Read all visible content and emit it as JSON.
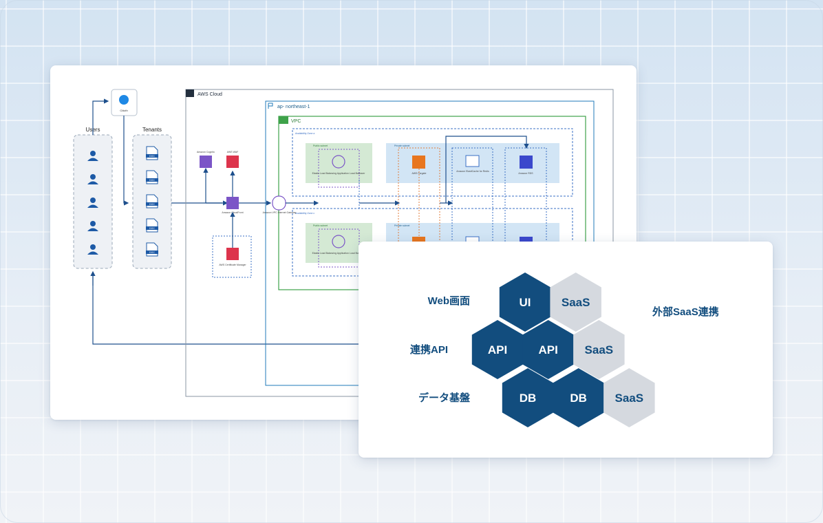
{
  "diagram": {
    "left": {
      "users_label": "Users",
      "tenants_label": "Tenants",
      "oauth_label": "OAuth",
      "doc_label": "DOC"
    },
    "aws": {
      "cloud_label": "AWS Cloud",
      "region_label": "ap- northeast-1",
      "vpc_label": "VPC",
      "az_a_label": "Availability Zone a",
      "az_c_label": "Availability Zone c",
      "public_subnet": "Public subnet",
      "private_subnet": "Private subnet",
      "alb_label": "Elastic Load Balancing Application Load Balancer",
      "ecs_label": "AWS Fargate",
      "cache_label": "Amazon ElastiCache for Redis",
      "rds_label": "Amazon RDS",
      "waf_label": "AWS WAF",
      "cloudfront_label": "Amazon CloudFront",
      "s3_label": "AWS Certificate Manager",
      "igw_label": "Amazon VPC Internet Gateway",
      "cognito_label": "Amazon Cognito"
    }
  },
  "stack": {
    "rows": [
      {
        "label": "Web画面",
        "own": [
          "UI"
        ],
        "external": [
          "SaaS"
        ]
      },
      {
        "label": "連携API",
        "own": [
          "API",
          "API"
        ],
        "external": [
          "SaaS"
        ]
      },
      {
        "label": "データ基盤",
        "own": [
          "DB",
          "DB"
        ],
        "external": [
          "SaaS"
        ]
      }
    ],
    "external_label": "外部SaaS連携",
    "colors": {
      "own": "#124d7e",
      "external": "#d5d9df",
      "own_text": "#ffffff",
      "external_text": "#124d7e",
      "label": "#124d7e"
    }
  }
}
